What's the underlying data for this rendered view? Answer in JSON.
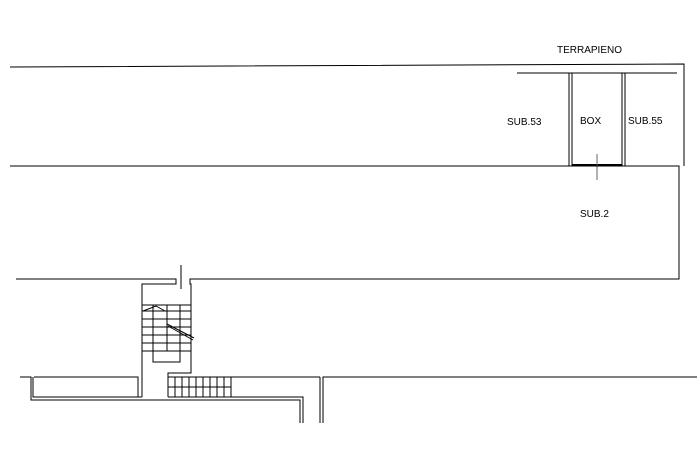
{
  "plan": {
    "labels": {
      "terrapieno": "TERRAPIENO",
      "sub53": "SUB.53",
      "box": "BOX",
      "sub55": "SUB.55",
      "sub2": "SUB.2"
    }
  }
}
